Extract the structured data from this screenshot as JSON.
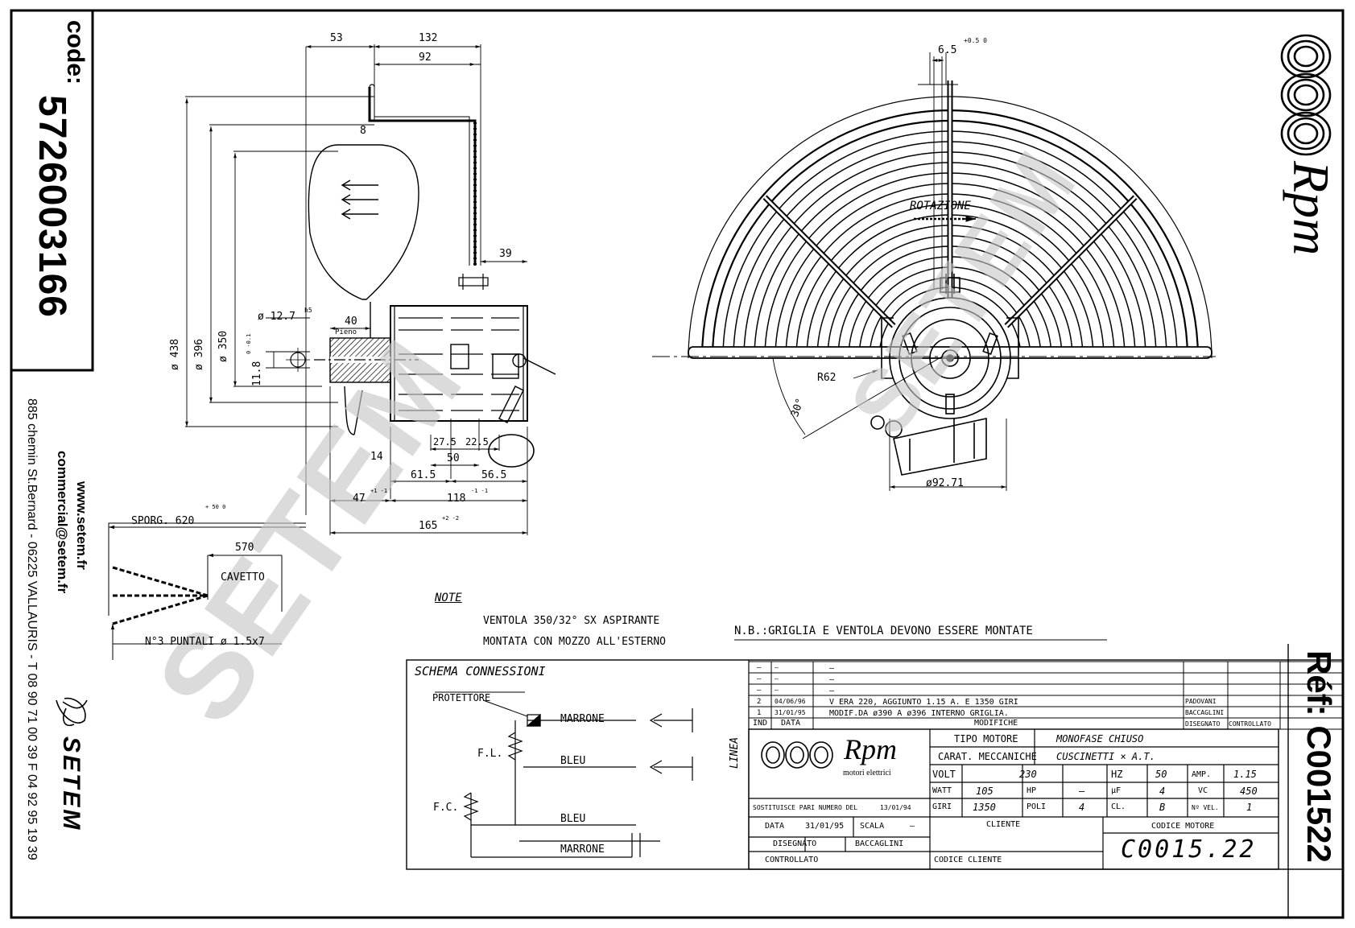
{
  "sidebar": {
    "code_label": "code:",
    "code_number": "5726003166",
    "address": "885 chemin St.Bernard  -  06225 VALLAURIS  -  T 08 90 71 00 39   F 04 92 95 19 39",
    "email": "commercial@setem.fr",
    "website": "www.setem.fr",
    "setem_logo": "SETEM"
  },
  "watermark": {
    "text": "SETEM"
  },
  "right_bar": {
    "brand": "Rpm",
    "ref": "Réf: C001522"
  },
  "side_view": {
    "dims": {
      "d53": "53",
      "d132": "132",
      "d92": "92",
      "d8": "8",
      "d39": "39",
      "d40": "40",
      "pieno": "Pieno",
      "shaft": "ø 12.7",
      "shaft_tol": "h5",
      "d438": "ø 438",
      "d396": "ø 396",
      "d350": "ø 350",
      "d11_8": "11.8",
      "d11_8_tol": "0 -0.1",
      "d14": "14",
      "d27_5": "27.5",
      "d22_5": "22.5",
      "d50": "50",
      "d61_5": "61.5",
      "d56_5": "56.5",
      "d47": "47",
      "d47_tol": "+1 -1",
      "d118": "118",
      "d118_tol": "-1 -1",
      "d165": "165",
      "d165_tol": "+2 -2"
    }
  },
  "front_view": {
    "d6_5": "6.5",
    "d6_5_tol": "+0.5 0",
    "rotation": "ROTAZIONE",
    "r62": "R62",
    "angle": "30°",
    "d92_71": "ø92.71"
  },
  "cable": {
    "sporg": "SPORG. 620",
    "sporg_tol": "+ 50 0",
    "d570": "570",
    "cavetto": "CAVETTO",
    "puntali": "N°3 PUNTALI ø 1.5x7"
  },
  "note": {
    "title": "NOTE",
    "line1": "VENTOLA  350/32° SX ASPIRANTE",
    "line2": "MONTATA CON MOZZO ALL'ESTERNO"
  },
  "nb": "N.B.:GRIGLIA E VENTOLA DEVONO ESSERE MONTATE",
  "schema": {
    "title": "SCHEMA CONNESSIONI",
    "protettore": "PROTETTORE",
    "marrone1": "MARRONE",
    "bleu1": "BLEU",
    "fl": "F.L.",
    "fc": "F.C.",
    "bleu2": "BLEU",
    "marrone2": "MARRONE",
    "linea": "LINEA"
  },
  "revisions": {
    "rows": [
      {
        "ind": "–",
        "date": "–",
        "text": "–",
        "by1": "",
        "by2": ""
      },
      {
        "ind": "–",
        "date": "–",
        "text": "–",
        "by1": "",
        "by2": ""
      },
      {
        "ind": "–",
        "date": "–",
        "text": "–",
        "by1": "",
        "by2": ""
      },
      {
        "ind": "2",
        "date": "04/06/96",
        "text": "V ERA 220, AGGIUNTO 1.15 A. E 1350 GIRI",
        "by1": "PADOVANI",
        "by2": ""
      },
      {
        "ind": "1",
        "date": "31/01/95",
        "text": "MODIF.DA ø390 A ø396 INTERNO GRIGLIA.",
        "by1": "BACCAGLINI",
        "by2": ""
      }
    ],
    "header": {
      "ind": "IND",
      "date": "DATA",
      "modifiche": "MODIFICHE",
      "disegnato": "DISEGNATO",
      "controllato": "CONTROLLATO"
    }
  },
  "titleblock": {
    "logo": "Rpm",
    "logo_sub": "motori elettrici",
    "tipo_label": "TIPO MOTORE",
    "tipo_value": "MONOFASE CHIUSO",
    "carat_label": "CARAT. MECCANICHE",
    "carat_value": "CUSCINETTI × A.T.",
    "volt_label": "VOLT",
    "volt": "230",
    "hz_label": "HZ",
    "hz": "50",
    "amp_label": "AMP.",
    "amp": "1.15",
    "watt_label": "WATT",
    "watt": "105",
    "hp_label": "HP",
    "hp": "–",
    "uf_label": "µF",
    "uf": "4",
    "vc_label": "VC",
    "vc": "450",
    "giri_label": "GIRI",
    "giri": "1350",
    "poli_label": "POLI",
    "poli": "4",
    "cl_label": "CL.",
    "cl": "B",
    "nvel_label": "Nº VEL.",
    "nvel": "1",
    "sostituisce": "SOSTITUISCE PARI NUMERO DEL",
    "sost_date": "13/01/94",
    "data_label": "DATA",
    "data": "31/01/95",
    "scala_label": "SCALA",
    "scala": "–",
    "cliente": "CLIENTE",
    "codice_motore": "CODICE MOTORE",
    "disegnato_label": "DISEGNATO",
    "disegnato": "BACCAGLINI",
    "controllato": "CONTROLLATO",
    "codice_cliente": "CODICE CLIENTE",
    "motor_code": "C0015.22"
  }
}
